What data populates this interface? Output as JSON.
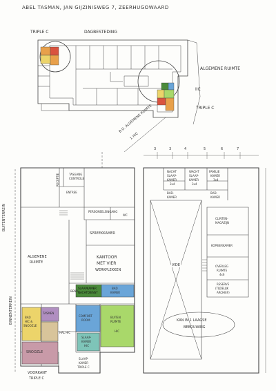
{
  "header": {
    "title": "ABEL TASMAN, JAN GIJZINISWEG 7, ZEERHUGOWAARD"
  },
  "site_plan": {
    "label_triple_c_top": "TRIPLE C",
    "label_dagbesteding": "DAGBESTEDING",
    "label_algemene_ruimte": "ALGEMENE RUIMTE",
    "label_iic": "IIC",
    "label_triple_c_right": "TRIPLE C",
    "label_bg_note_1": "B.G. ALGEMENE RUIMTE",
    "label_bg_note_2": "1 HIC"
  },
  "ground_floor": {
    "label_buitenterrein_top": "BUITENTERREIN",
    "label_binnenterrein": "BINNENTERREIN",
    "label_tasgang_1": "TASGANG",
    "label_tasgang_2": "CONTROLE",
    "label_receptie": "RECEPTIE",
    "label_entree": "ENTREE",
    "label_personeel": "PERSONEELSINGANG",
    "label_wc": "WC",
    "label_spreekkamer": "SPREEKKAMER",
    "label_algemene_1": "ALGEMENE",
    "label_algemene_2": "RUIMTE",
    "label_kantoor_1": "KANTOOR",
    "label_kantoor_2": "MET VIER",
    "label_kantoor_3": "WERKPLEKKEN",
    "label_beno": "BENO",
    "label_slaapkamer_1": "SLAAPKAMER",
    "label_slaapkamer_2": "NACHTDIENST",
    "label_badkamer_1": "BAD",
    "label_badkamer_2": "KAMER",
    "label_bad_hic_1": "BAD",
    "label_bad_hic_2": "HIC &",
    "label_bad_hic_3": "SNOOZLE",
    "label_tasmen": "TASMEN",
    "label_hal_hic": "HAL HIC",
    "label_comfort_1": "COMFORT",
    "label_comfort_2": "ROOM",
    "label_buiten_1": "BUITEN",
    "label_buiten_2": "RUIMTE",
    "label_buiten_3": "HIC",
    "label_snoozle": "SNOOZLE",
    "label_slaapkamer_hic_1": "SLAAP-",
    "label_slaapkamer_hic_2": "KAMER",
    "label_slaapkamer_hic_3": "HIC",
    "label_slaapkamer_tc_1": "SLAAP-",
    "label_slaapkamer_tc_2": "KAMER",
    "label_slaapkamer_tc_3": "TRIPLE C",
    "label_voorkant_1": "VOORKANT",
    "label_voorkant_2": "TRIPLE C"
  },
  "first_floor": {
    "label_nacht_1": "NACHT",
    "label_nacht_2": "SLAAP-",
    "label_nacht_3": "KAMER",
    "label_nacht_4": "3x4",
    "label_wacht_1": "WACHT",
    "label_wacht_2": "SLAAP-",
    "label_wacht_3": "KAMER",
    "label_wacht_4": "3x4",
    "label_familie_1": "FAMILIE",
    "label_familie_2": "KAMER",
    "label_familie_3": "3x4",
    "label_bad_left_1": "BAD-",
    "label_bad_left_2": "KAMER",
    "label_bad_right_1": "BAD-",
    "label_bad_right_2": "KAMER",
    "label_vide": "VIDE",
    "label_clinten_1": "CLINTEN-",
    "label_clinten_2": "MAGAZIJN",
    "label_kopieerkamer": "KOPIEERKAMER",
    "label_overleg_1": "OVERLEG",
    "label_overleg_2": "RUIMTE",
    "label_overleg_3": "4x6",
    "label_reserve_1": "RESERVE",
    "label_reserve_2": "(TIJDELIJK",
    "label_reserve_3": "ARCHIEF)",
    "note_1": "KAN IN 1 LAAGSE",
    "note_2": "BEBOUWING",
    "dim_3": "3",
    "dim_3b": "3",
    "dim_4": "4",
    "dim_5": "5",
    "dim_6": "6",
    "dim_7": "7"
  },
  "colors": {
    "ink": "#333333",
    "orange": "#e8a04a",
    "red": "#d9533f",
    "yellow": "#ecd46a",
    "green_dark": "#4a8a3a",
    "green_light": "#a9d86a",
    "blue": "#6aa5d8",
    "purple": "#b08ec0",
    "mauve": "#c89aa8",
    "teal": "#7ec4b8",
    "tan": "#d8c49a",
    "lime": "#c7e37a"
  }
}
